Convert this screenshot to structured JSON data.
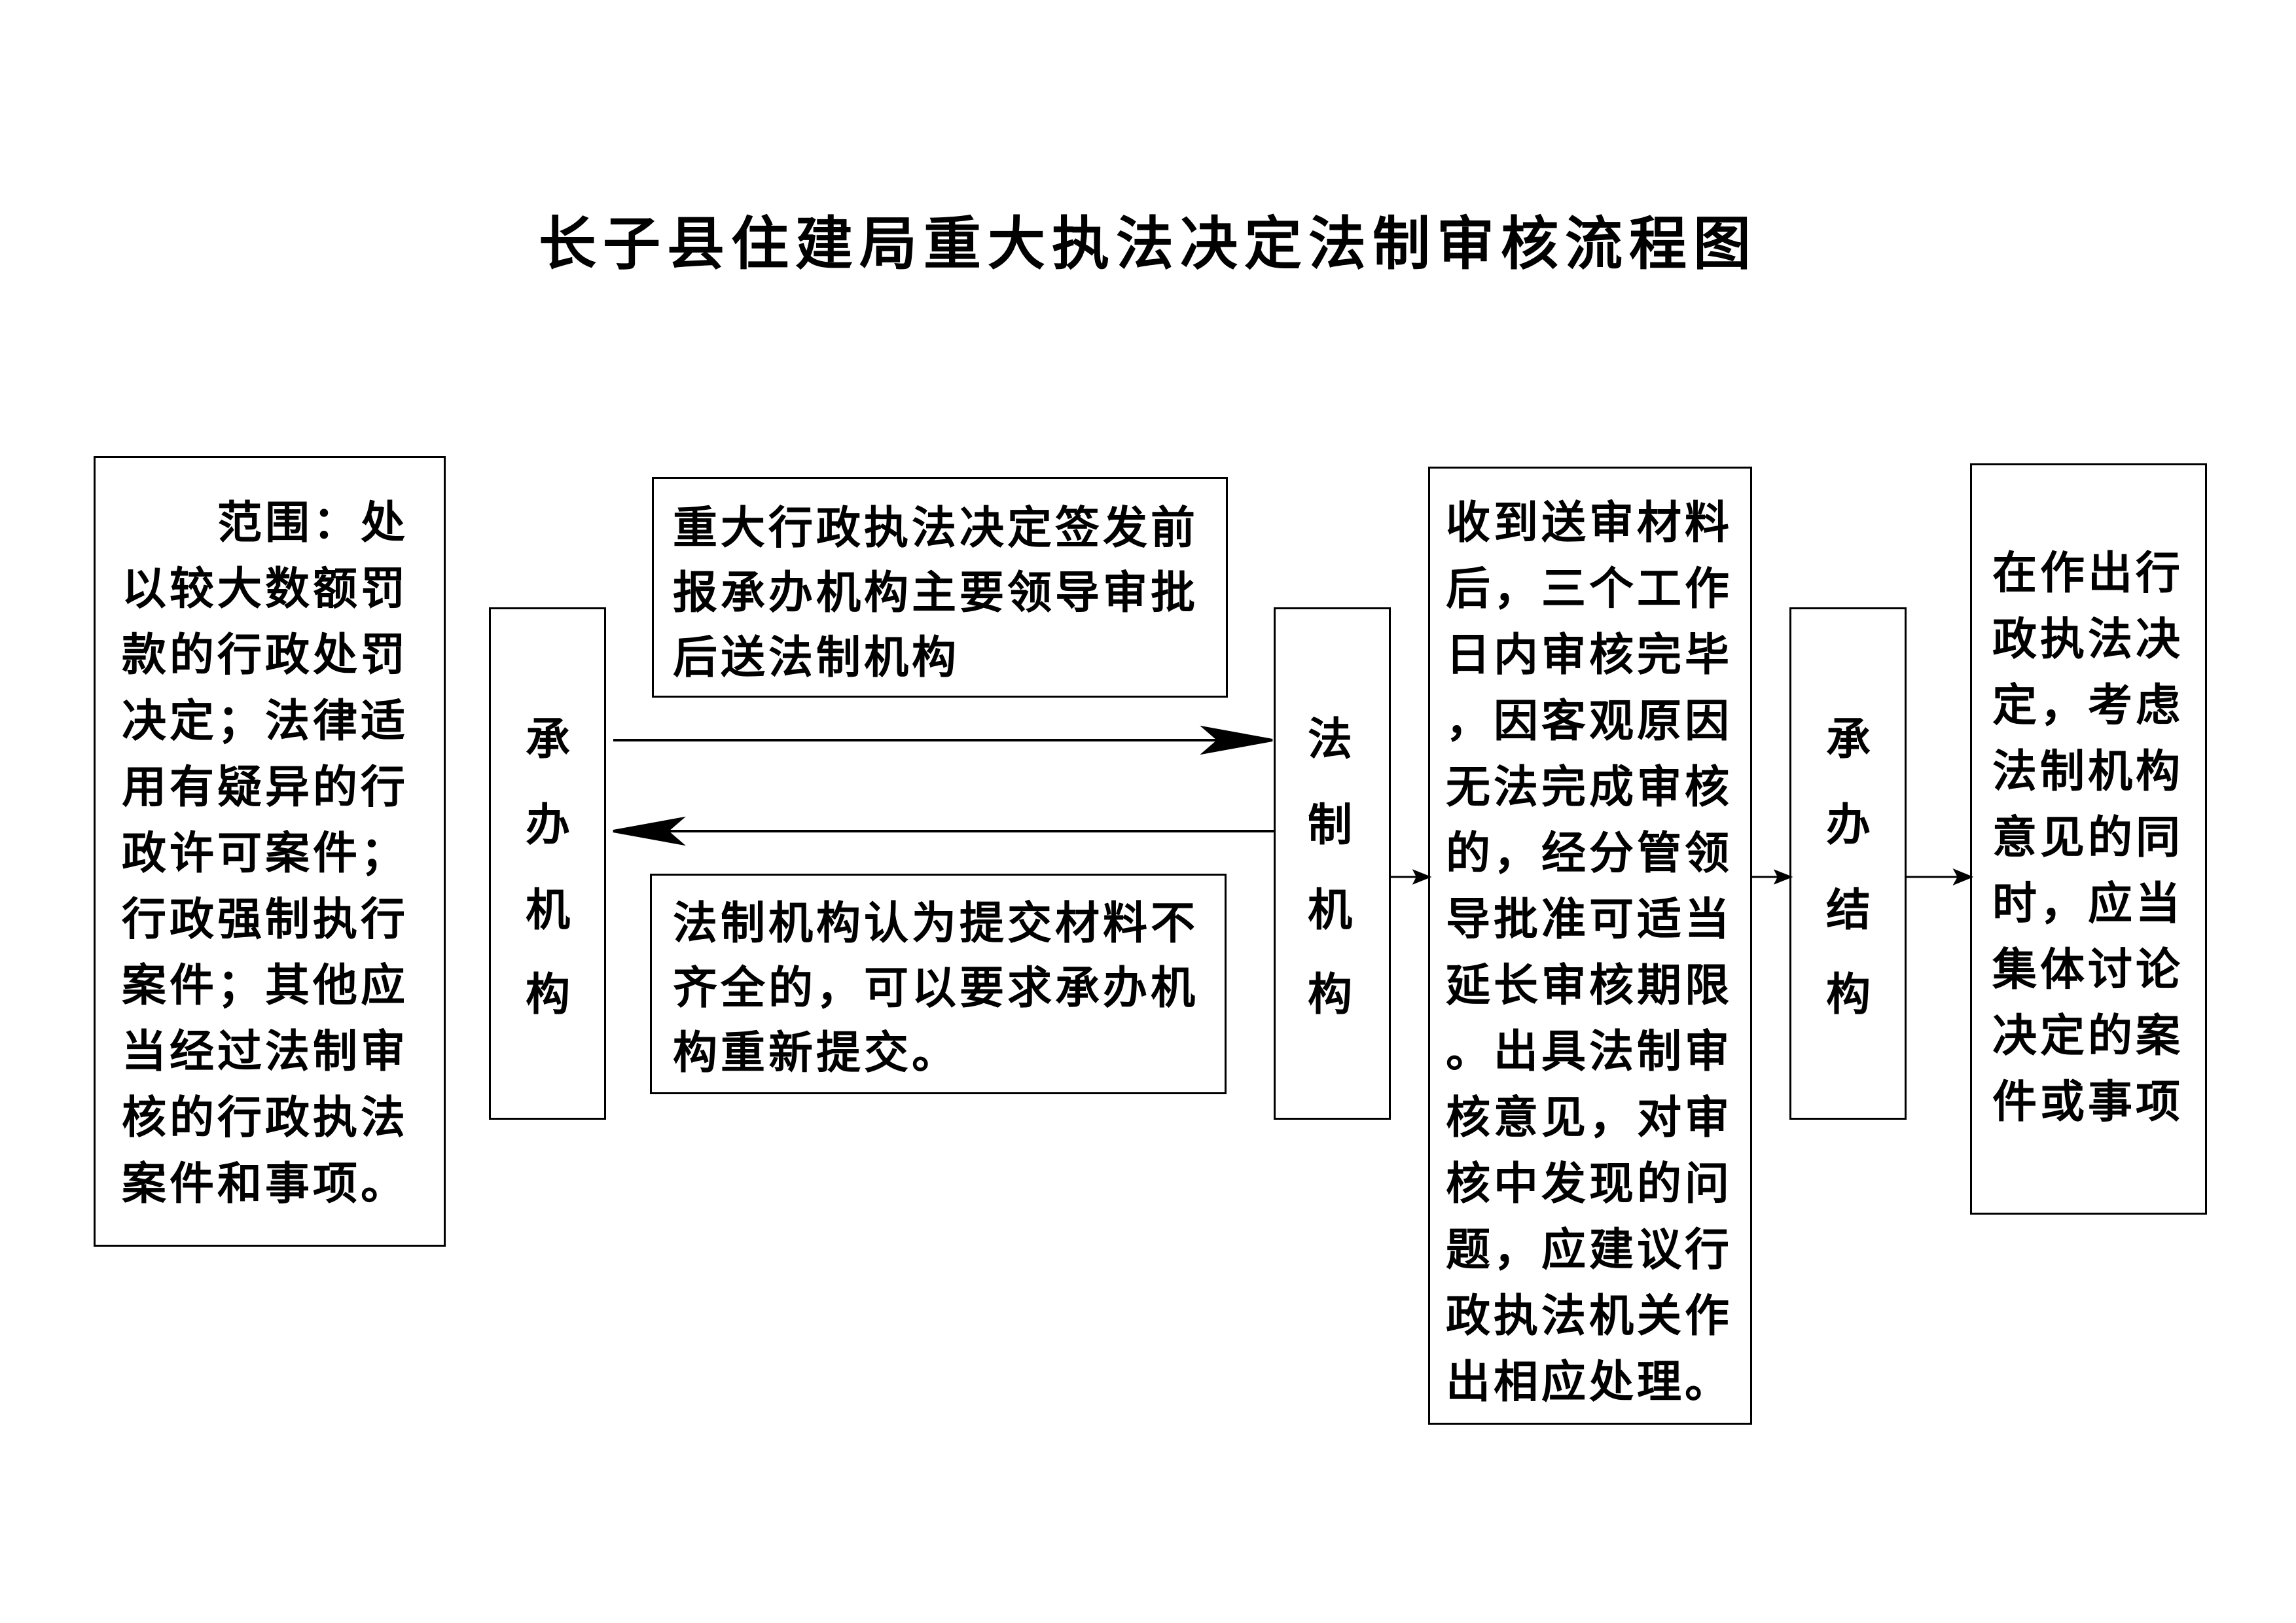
{
  "title": "长子县住建局重大执法决定法制审核流程图",
  "scope_box": {
    "lines": [
      "　　范围：处",
      "以较大数额罚",
      "款的行政处罚",
      "决定；法律适",
      "用有疑异的行",
      "政许可案件；",
      "行政强制执行",
      "案件；其他应",
      "当经过法制审",
      "核的行政执法",
      "案件和事项。"
    ]
  },
  "handling_org": {
    "chars": [
      "承",
      "办",
      "机",
      "构"
    ]
  },
  "submit_note": {
    "lines": [
      "重大行政执法决定签发前",
      "报承办机构主要领导审批",
      "后送法制机构"
    ]
  },
  "return_note": {
    "lines": [
      "法制机构认为提交材料不",
      "齐全的，可以要求承办机",
      "构重新提交。"
    ]
  },
  "legal_org": {
    "chars": [
      "法",
      "制",
      "机",
      "构"
    ]
  },
  "review_box": {
    "lines": [
      "收到送审材料",
      "后，三个工作",
      "日内审核完毕",
      "，因客观原因",
      "无法完成审核",
      "的，经分管领",
      "导批准可适当",
      "延长审核期限",
      "。出具法制审",
      "核意见，对审",
      "核中发现的问",
      "题，应建议行",
      "政执法机关作",
      "出相应处理。"
    ]
  },
  "handling_result": {
    "chars": [
      "承",
      "办",
      "结",
      "构"
    ]
  },
  "decision_box": {
    "lines": [
      "在作出行",
      "政执法决",
      "定，考虑",
      "法制机构",
      "意见的同",
      "时，应当",
      "集体讨论",
      "决定的案",
      "件或事项"
    ]
  }
}
